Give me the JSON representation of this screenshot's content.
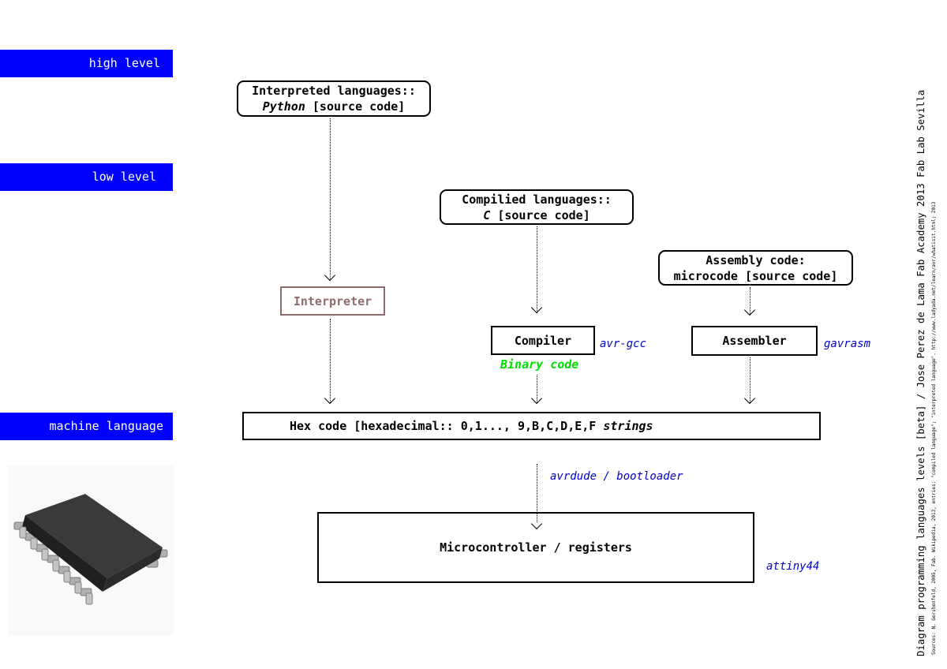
{
  "levels": {
    "high": "high level",
    "low": "low level",
    "machine": "machine language"
  },
  "nodes": {
    "interpreted": {
      "line1": "Interpreted languages::",
      "lang": "Python",
      "rest": " [source code]"
    },
    "compiled": {
      "line1": "Compilied languages::",
      "lang": "C",
      "rest": " [source code]"
    },
    "assembly": {
      "line1": "Assembly code:",
      "line2": "microcode [source code]"
    },
    "interpreter": "Interpreter",
    "compiler": "Compiler",
    "assembler": "Assembler",
    "hex": {
      "main": "Hex code [hexadecimal:: 0,1..., 9,B,C,D,E,F ",
      "italic": "strings"
    },
    "mcu": "Microcontroller / registers"
  },
  "annotations": {
    "binary_code": "Binary code",
    "avr_gcc": "avr-gcc",
    "gavrasm": "gavrasm",
    "avrdude": "avrdude / bootloader",
    "attiny": "attiny44"
  },
  "side_title": "Diagram programming languages levels [beta] / Jose Perez de Lama Fab Academy 2013 Fab Lab Sevilla",
  "side_sources": "Sources: N. Gershenfeld, 2005, Fab. Wikipedia, 2013, entries: \"compiled language\"; \"interpreted language\". http://www.ladyada.net/learn/avr/whatisit.html; 2013",
  "colors": {
    "band": "#0000ff",
    "tool": "#0000cc",
    "binary": "#00e000",
    "interpreter_text": "#8b6b6b",
    "interpreter_border": "#8b6b6b"
  }
}
